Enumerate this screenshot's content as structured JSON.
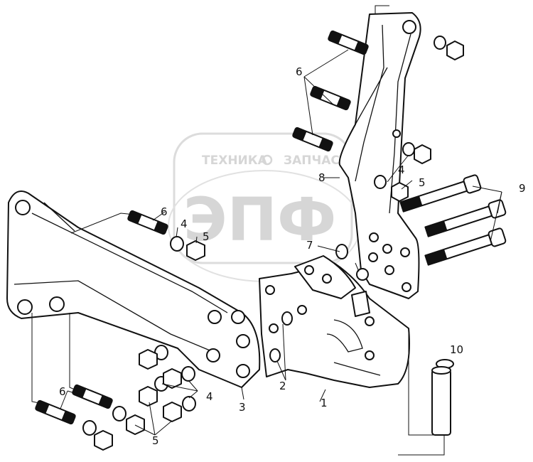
{
  "watermark": {
    "brand": "ТЕХНИКА",
    "brand2": "ЗАПЧАСТИ",
    "logo": "ЭПФ",
    "color": "#cfcfcf"
  },
  "callouts": {
    "c1": "1",
    "c2": "2",
    "c3": "3",
    "c4a": "4",
    "c4b": "4",
    "c4c": "4",
    "c5a": "5",
    "c5b": "5",
    "c5c": "5",
    "c6a": "6",
    "c6b": "6",
    "c6c": "6",
    "c7": "7",
    "c8": "8",
    "c9": "9",
    "c10": "10"
  }
}
